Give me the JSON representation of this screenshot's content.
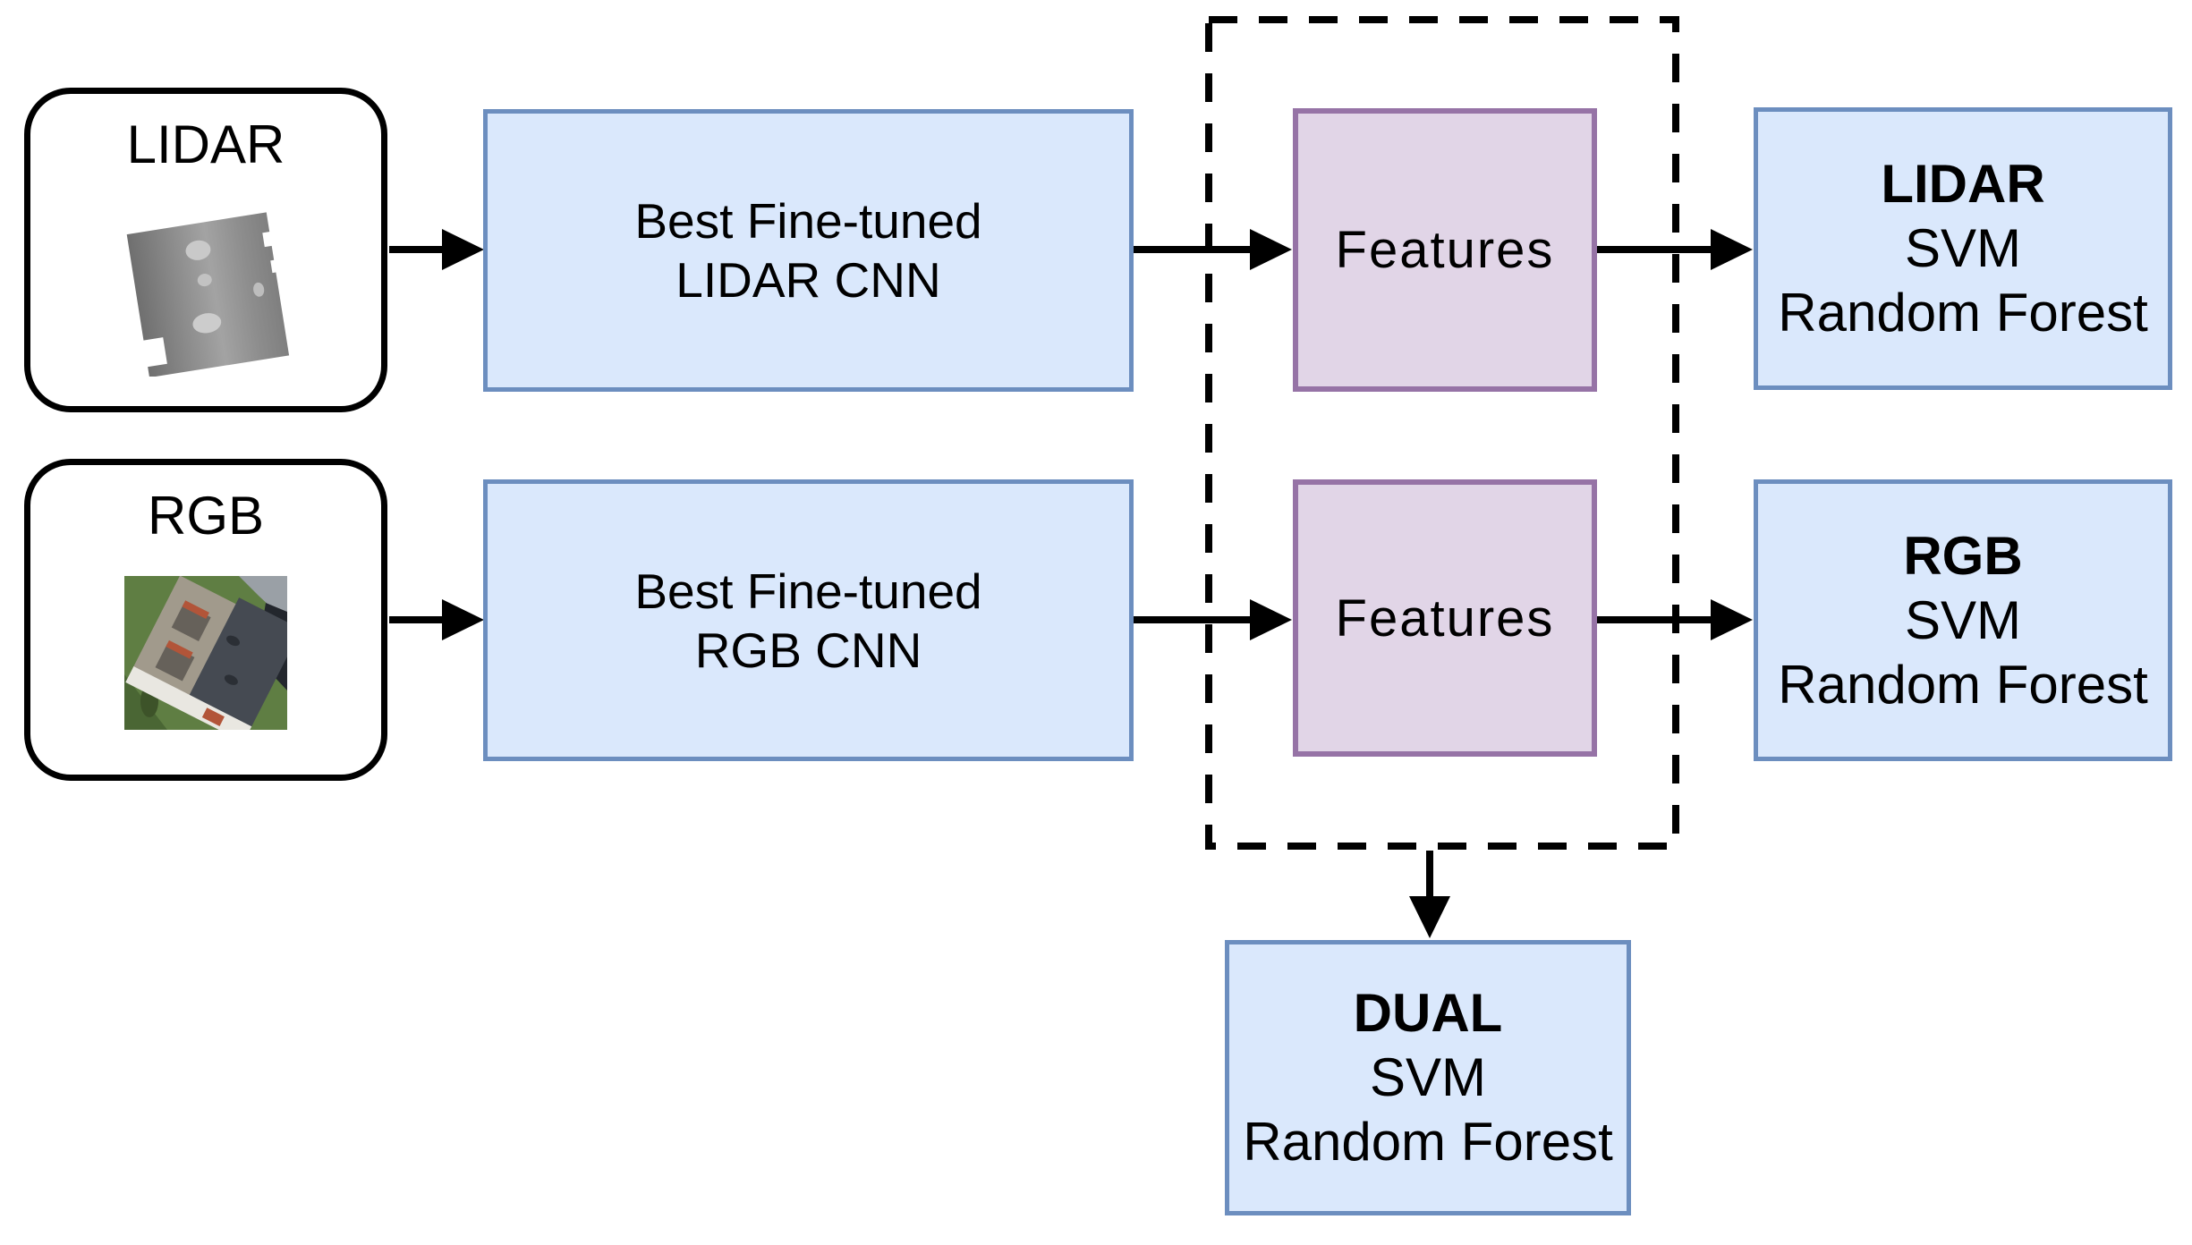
{
  "diagram": {
    "inputs": [
      {
        "label": "LIDAR"
      },
      {
        "label": "RGB"
      }
    ],
    "cnns": [
      {
        "line1": "Best Fine-tuned",
        "line2": "LIDAR CNN"
      },
      {
        "line1": "Best Fine-tuned",
        "line2": "RGB CNN"
      }
    ],
    "features": [
      {
        "label": "Features"
      },
      {
        "label": "Features"
      }
    ],
    "classifiers": [
      {
        "title": "LIDAR",
        "line2": "SVM",
        "line3": "Random Forest"
      },
      {
        "title": "RGB",
        "line2": "SVM",
        "line3": "Random Forest"
      },
      {
        "title": "DUAL",
        "line2": "SVM",
        "line3": "Random Forest"
      }
    ],
    "icons": [
      {
        "name": "lidar-thumbnail-image",
        "description": "grayscale lidar depth patch of building"
      },
      {
        "name": "rgb-thumbnail-image",
        "description": "aerial rgb photo of building roof"
      }
    ],
    "colors": {
      "process_fill": "#dae8fc",
      "process_border": "#6c8ebf",
      "feature_fill": "#e1d5e7",
      "feature_border": "#9673a6",
      "line": "#000000",
      "input_fill": "#ffffff"
    }
  }
}
